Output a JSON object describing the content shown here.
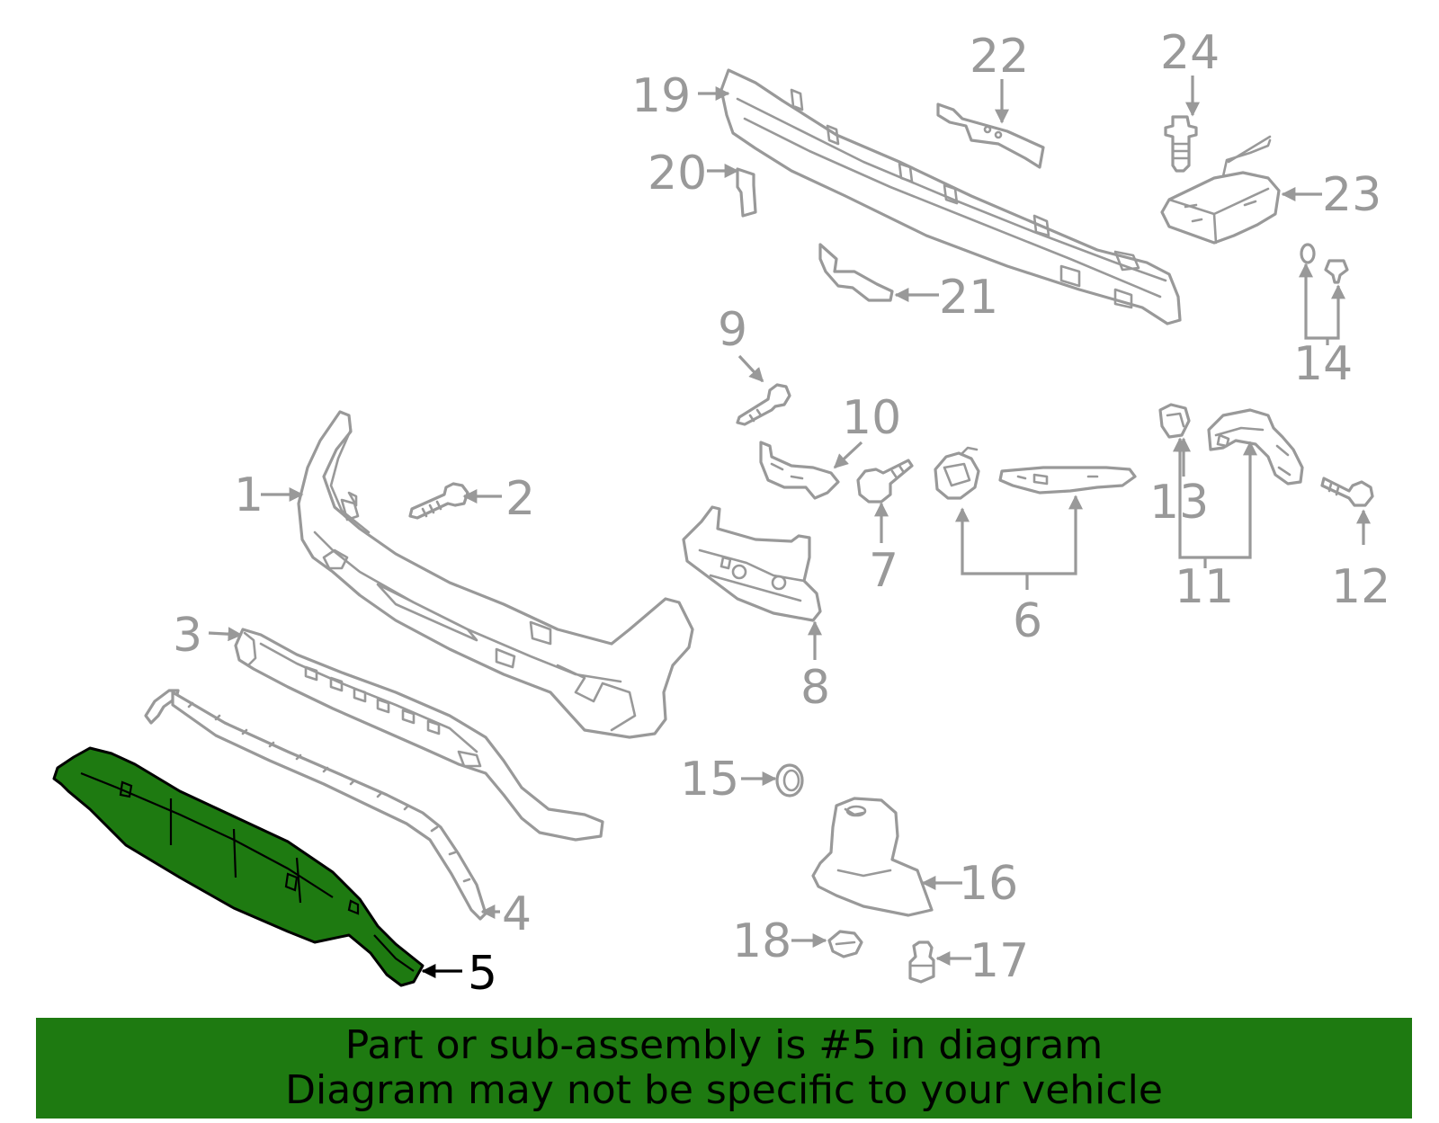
{
  "diagram": {
    "highlighted_part": "5",
    "colors": {
      "highlight": "#1e7a11",
      "part_outline": "#999999",
      "label_text": "#999999",
      "highlight_label": "#000000"
    },
    "callouts": {
      "c1": "1",
      "c2": "2",
      "c3": "3",
      "c4": "4",
      "c5": "5",
      "c6": "6",
      "c7": "7",
      "c8": "8",
      "c9": "9",
      "c10": "10",
      "c11": "11",
      "c12": "12",
      "c13": "13",
      "c14": "14",
      "c15": "15",
      "c16": "16",
      "c17": "17",
      "c18": "18",
      "c19": "19",
      "c20": "20",
      "c21": "21",
      "c22": "22",
      "c23": "23",
      "c24": "24"
    }
  },
  "banner": {
    "line1": "Part or sub-assembly is #5 in diagram",
    "line2": "Diagram may not be specific to your vehicle"
  }
}
